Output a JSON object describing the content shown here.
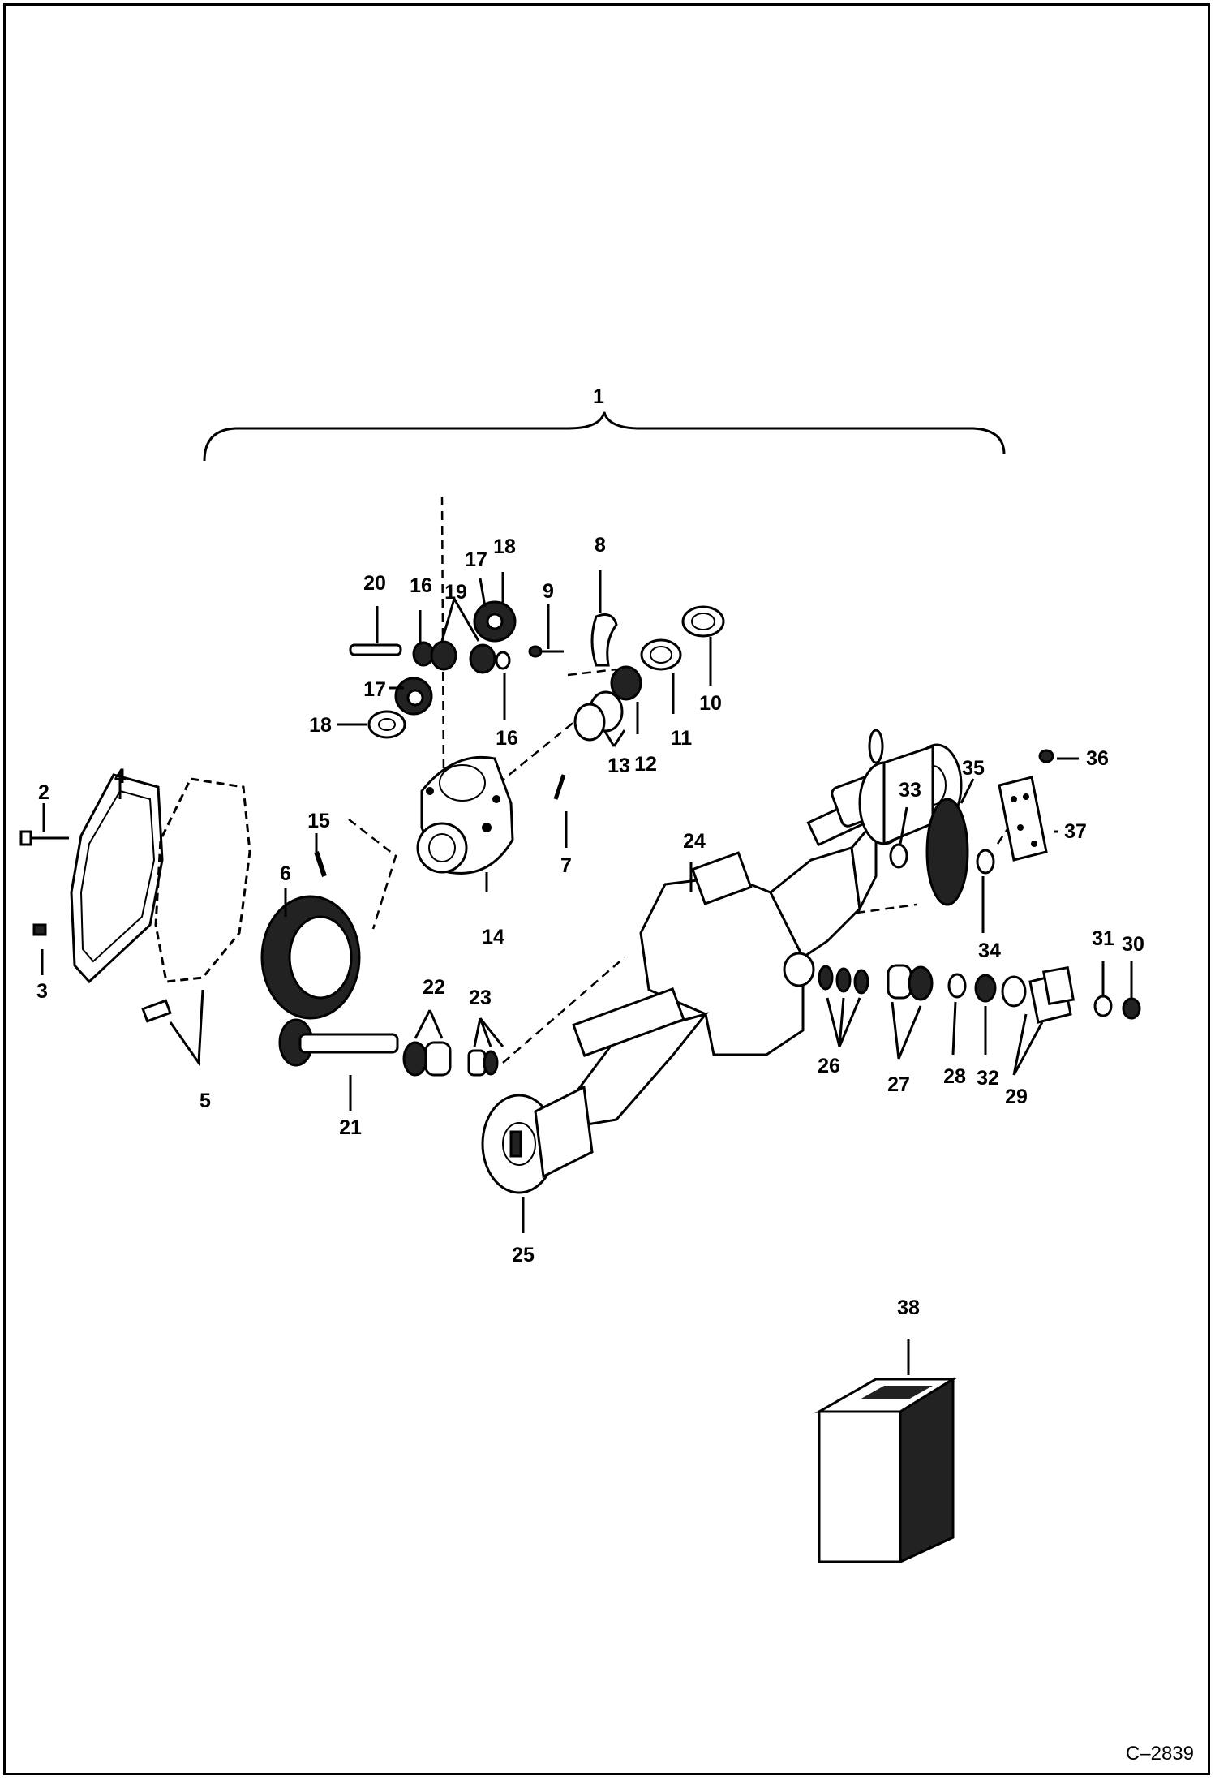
{
  "diagram": {
    "drawing_code": "C–2839",
    "callouts": [
      "1",
      "2",
      "3",
      "4",
      "5",
      "6",
      "7",
      "8",
      "9",
      "10",
      "11",
      "12",
      "13",
      "14",
      "15",
      "16",
      "16",
      "17",
      "17",
      "18",
      "18",
      "19",
      "20",
      "21",
      "22",
      "23",
      "24",
      "25",
      "26",
      "27",
      "28",
      "29",
      "30",
      "31",
      "32",
      "33",
      "34",
      "35",
      "36",
      "37",
      "38"
    ]
  }
}
